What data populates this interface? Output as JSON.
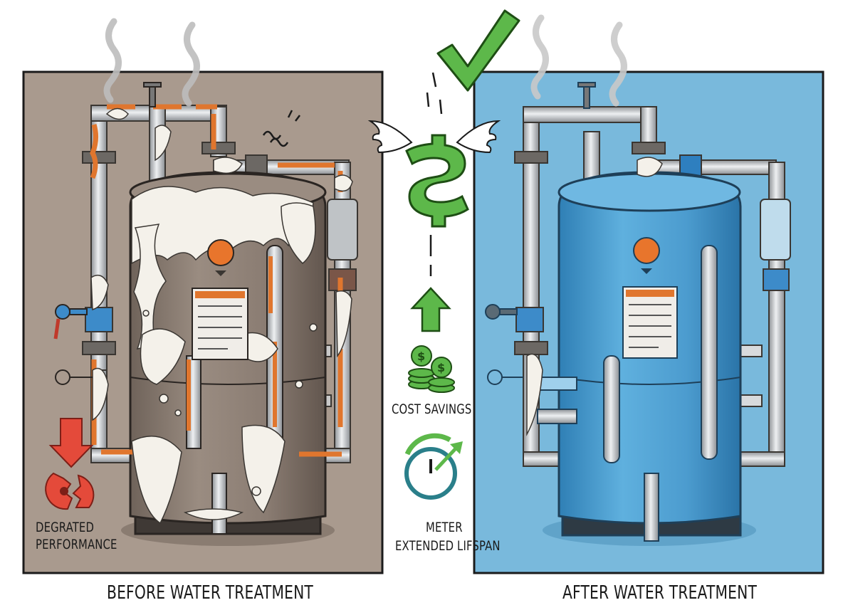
{
  "panels": {
    "before_caption": "BEFORE WATER TREATMENT",
    "after_caption": "AFTER WATER TREATMENT"
  },
  "labels": {
    "degraded_line1": "DEGRATED",
    "degraded_line2": "PERFORMANCE",
    "cost_savings": "COST SAVINGS",
    "meter": "METER",
    "extended_lifespan": "EXTENDED LIFSPAN"
  },
  "colors": {
    "before_bg": "#a99a8e",
    "after_bg": "#79b9dc",
    "rust": "#e0762e",
    "scale": "#f4f1ea",
    "money_green": "#5db84a",
    "warning_red": "#e44a3a",
    "pipe_steel": "#c7c9cc",
    "tank_brown": "#8b7d73",
    "tank_blue": "#4f9fd0"
  },
  "icons": [
    "steam-icon",
    "checkmark-icon",
    "winged-dollar-icon",
    "up-arrow-icon",
    "coin-stack-icon",
    "stopwatch-icon",
    "down-arrow-icon",
    "broken-gauge-icon"
  ]
}
